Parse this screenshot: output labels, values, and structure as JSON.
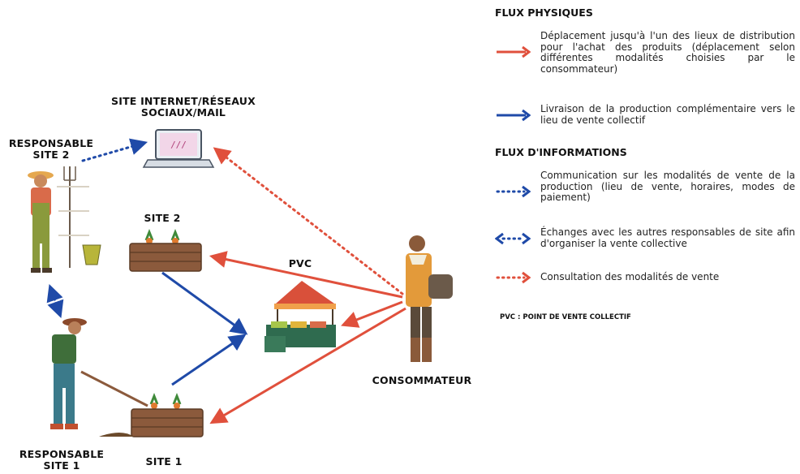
{
  "labels": {
    "site_internet": "SITE INTERNET/RÉSEAUX SOCIAUX/MAIL",
    "responsable_site2": "RESPONSABLE SITE 2",
    "responsable_site1": "RESPONSABLE SITE 1",
    "site2": "SITE 2",
    "site1": "SITE 1",
    "pvc": "PVC",
    "consommateur": "CONSOMMATEUR"
  },
  "legend": {
    "physical_title": "FLUX PHYSIQUES",
    "info_title": "FLUX D'INFORMATIONS",
    "items": [
      {
        "text": "Déplacement jusqu'à l'un des lieux de distribution pour l'achat des produits (déplacement selon différentes modalités choisies par le consommateur)",
        "style": "solid",
        "color": "#e0503c"
      },
      {
        "text": "Livraison de la production complémentaire vers le lieu de vente collectif",
        "style": "solid",
        "color": "#1f4aa8"
      },
      {
        "text": "Communication sur les modalités de vente de la production (lieu de vente, horaires, modes de paiement)",
        "style": "dotted",
        "color": "#1f4aa8"
      },
      {
        "text": "Échanges avec les autres responsables de site afin d'organiser la vente collective",
        "style": "dotted-double",
        "color": "#1f4aa8"
      },
      {
        "text": "Consultation des modalités de vente",
        "style": "dotted",
        "color": "#e0503c"
      }
    ],
    "footnote": "PVC : POINT DE VENTE COLLECTIF"
  },
  "colors": {
    "physical": "#e0503c",
    "delivery": "#1f4aa8",
    "crate": "#8b5a3c",
    "market_roof": "#d9503a",
    "market_stall": "#2f6b4f"
  },
  "icons": [
    "laptop-icon",
    "farmer-woman-icon",
    "farmer-man-icon",
    "crate-icon",
    "market-stall-icon",
    "consumer-icon"
  ]
}
